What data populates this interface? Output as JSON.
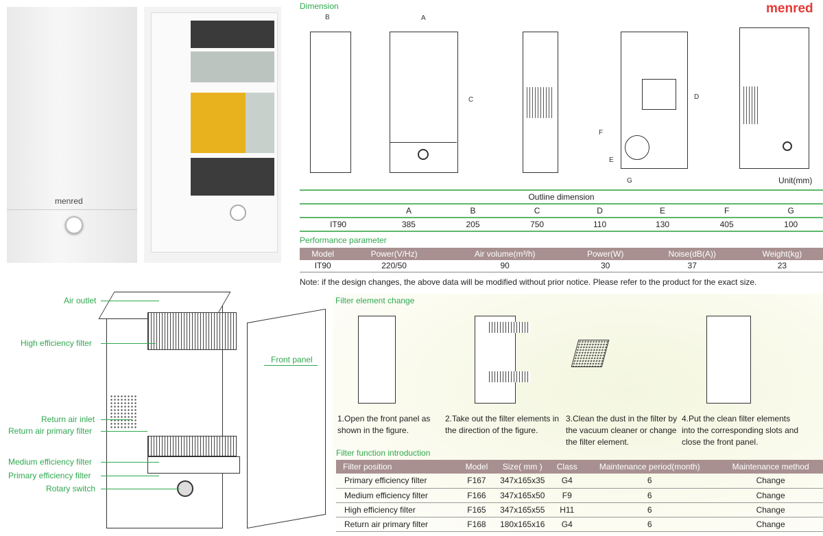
{
  "brand": "menred",
  "photos": {
    "logo": "menred"
  },
  "dimension": {
    "title": "Dimension",
    "labels": [
      "A",
      "B",
      "C",
      "D",
      "E",
      "F",
      "G"
    ],
    "unit": "Unit(mm)"
  },
  "outline": {
    "title": "Outline dimension",
    "headers": [
      "",
      "A",
      "B",
      "C",
      "D",
      "E",
      "F",
      "G"
    ],
    "row": [
      "IT90",
      "385",
      "205",
      "750",
      "110",
      "130",
      "405",
      "100"
    ]
  },
  "performance": {
    "title": "Performance parameter",
    "headers": [
      "Model",
      "Power(V/Hz)",
      "Air volume(m³/h)",
      "Power(W)",
      "Noise(dB(A))",
      "Weight(kg)"
    ],
    "row": [
      "IT90",
      "220/50",
      "90",
      "30",
      "37",
      "23"
    ]
  },
  "note": "Note: if the design changes, the above data will be modified without prior notice. Please refer to the product for the exact size.",
  "diagram": {
    "labels": [
      "Air outlet",
      "High efficiency filter",
      "Return air inlet",
      "Return air primary filter",
      "Medium efficiency filter",
      "Primary efficiency filter",
      "Rotary switch",
      "Front panel"
    ]
  },
  "filter_change": {
    "title": "Filter element change",
    "steps": [
      "1.Open the front panel as shown in the figure.",
      "2.Take out the filter elements in the direction of the figure.",
      "3.Clean the dust in the filter by the vacuum cleaner or change the filter element.",
      "4.Put the clean filter elements into the corresponding slots and close the front panel."
    ]
  },
  "filter_function": {
    "title": "Filter function introduction",
    "headers": [
      "Filter position",
      "Model",
      "Size( mm )",
      "Class",
      "Maintenance period(month)",
      "Maintenance method"
    ],
    "rows": [
      [
        "Primary efficiency filter",
        "F167",
        "347x165x35",
        "G4",
        "6",
        "Change"
      ],
      [
        "Medium efficiency filter",
        "F166",
        "347x165x50",
        "F9",
        "6",
        "Change"
      ],
      [
        "High efficiency filter",
        "F165",
        "347x165x55",
        "H11",
        "6",
        "Change"
      ],
      [
        "Return air primary filter",
        "F168",
        "180x165x16",
        "G4",
        "6",
        "Change"
      ]
    ]
  },
  "colors": {
    "accent": "#2fa84f",
    "table_header": "#a89090",
    "brand": "#e53935"
  }
}
